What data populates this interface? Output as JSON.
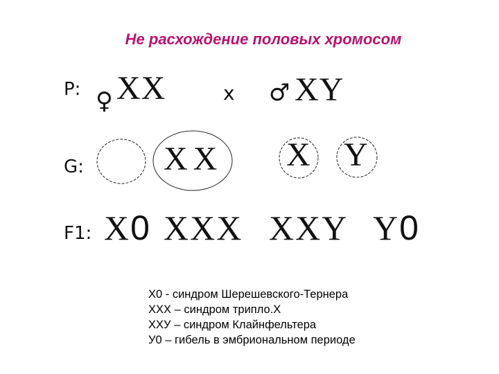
{
  "title": "Не расхождение половых хромосом",
  "parents": {
    "label": "P:",
    "female_symbol": "♀",
    "female_genotype": "XX",
    "cross_sign": "x",
    "male_symbol": "♂",
    "male_genotype": "XY"
  },
  "gametes": {
    "label": "G:",
    "g1": "",
    "g2": "X X",
    "g3": "X",
    "g4": "Y"
  },
  "offspring": {
    "label": "F1:",
    "o1_letters": "X",
    "o1_zero": "0",
    "o2": "XXX",
    "o3": "XXY",
    "o4_letters": "Y",
    "o4_zero": "0"
  },
  "legend": [
    "X0 - синдром Шерешевского-Тернера",
    "XXX – синдром трипло.X",
    "XXУ – синдром Клайнфельтера",
    "У0 – гибель в эмбриональном периоде"
  ]
}
